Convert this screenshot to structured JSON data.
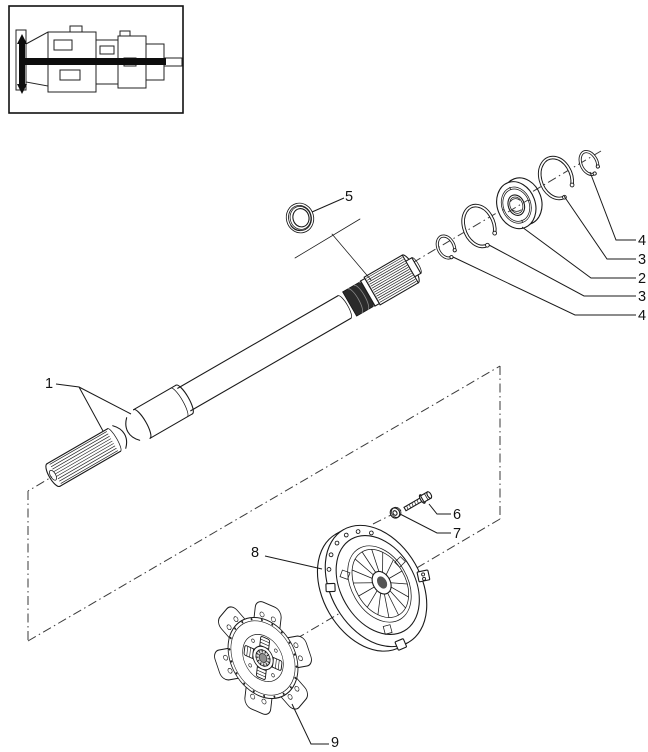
{
  "figure": {
    "kind": "exploded-parts-diagram",
    "thumbnail": "transmission cross-section locator"
  },
  "callouts": {
    "shaft": "1",
    "bearing": "2",
    "snap_ring_large": "3",
    "snap_ring_small": "4",
    "seal": "5",
    "bolt": "6",
    "washer": "7",
    "pressure_plate": "8",
    "clutch_disc": "9"
  },
  "colors": {
    "line": "#1a1a1a",
    "background": "#ffffff",
    "axis": "#3a3a3a"
  }
}
